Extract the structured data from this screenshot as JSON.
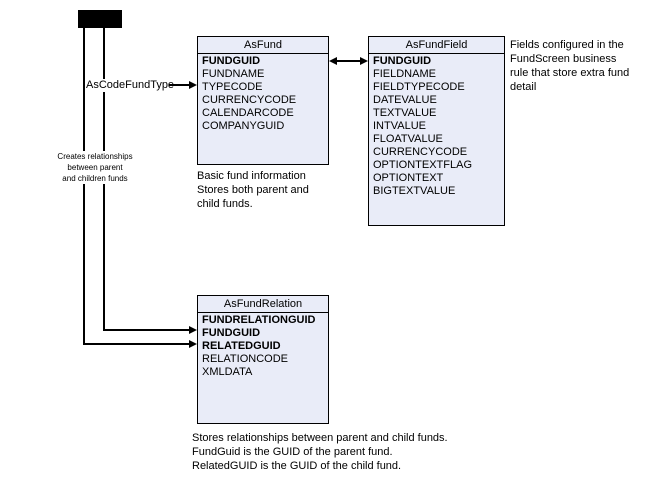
{
  "diagram": {
    "tables": {
      "asFund": {
        "title": "AsFund",
        "fields": [
          {
            "name": "FUNDGUID",
            "bold": true
          },
          {
            "name": "FUNDNAME",
            "bold": false
          },
          {
            "name": "TYPECODE",
            "bold": false
          },
          {
            "name": "CURRENCYCODE",
            "bold": false
          },
          {
            "name": "CALENDARCODE",
            "bold": false
          },
          {
            "name": "COMPANYGUID",
            "bold": false
          }
        ]
      },
      "asFundField": {
        "title": "AsFundField",
        "fields": [
          {
            "name": "FUNDGUID",
            "bold": true
          },
          {
            "name": "FIELDNAME",
            "bold": false
          },
          {
            "name": "FIELDTYPECODE",
            "bold": false
          },
          {
            "name": "DATEVALUE",
            "bold": false
          },
          {
            "name": "TEXTVALUE",
            "bold": false
          },
          {
            "name": "INTVALUE",
            "bold": false
          },
          {
            "name": "FLOATVALUE",
            "bold": false
          },
          {
            "name": "CURRENCYCODE",
            "bold": false
          },
          {
            "name": "OPTIONTEXTFLAG",
            "bold": false
          },
          {
            "name": "OPTIONTEXT",
            "bold": false
          },
          {
            "name": "BIGTEXTVALUE",
            "bold": false
          }
        ]
      },
      "asFundRelation": {
        "title": "AsFundRelation",
        "fields": [
          {
            "name": "FUNDRELATIONGUID",
            "bold": true
          },
          {
            "name": "FUNDGUID",
            "bold": true
          },
          {
            "name": "RELATEDGUID",
            "bold": true
          },
          {
            "name": "RELATIONCODE",
            "bold": false
          },
          {
            "name": "XMLDATA",
            "bold": false
          }
        ]
      }
    },
    "labels": {
      "as_code_fund_type": "AsCodeFundType"
    },
    "notes": {
      "creates_relationships": "Creates relationships\nbetween parent\nand children funds",
      "fund_info": "Basic fund information\nStores both parent and\nchild funds.",
      "fund_field_info": "Fields configured in the\nFundScreen business\nrule that store extra fund\ndetail",
      "relation_info": "Stores relationships between parent and child funds.\nFundGuid is the GUID of the parent fund.\nRelatedGUID is the GUID of the child fund."
    },
    "colors": {
      "table_fill": "#e9ecf8",
      "table_border": "#000000",
      "connector": "#000000"
    }
  }
}
